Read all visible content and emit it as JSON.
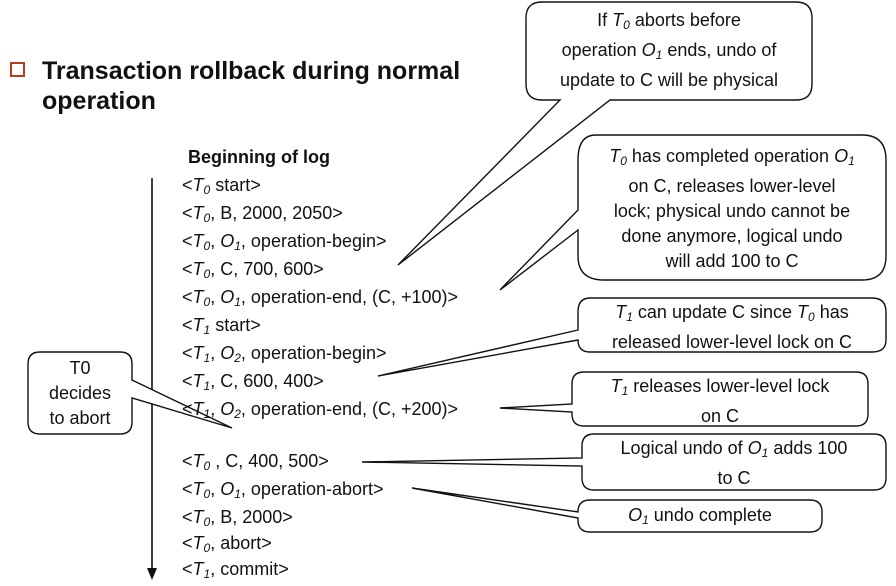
{
  "title": "Transaction rollback during normal operation",
  "log_header": "Beginning of log",
  "log_lines": [
    [
      "<",
      "T0",
      " start>"
    ],
    [
      "<",
      "T0",
      ", B, 2000, 2050>"
    ],
    [
      "<",
      "T0",
      ", ",
      "O1",
      ", operation-begin>"
    ],
    [
      "<",
      "T0",
      ", C, 700, 600>"
    ],
    [
      "<",
      "T0",
      ", ",
      "O1",
      ", operation-end, (C, +100)>"
    ],
    [
      "<",
      "T1",
      " start>"
    ],
    [
      "<",
      "T1",
      ", ",
      "O2",
      ", operation-begin>"
    ],
    [
      "<",
      "T1",
      ", C, 600, 400>"
    ],
    [
      "<",
      "T1",
      ", ",
      "O2",
      ", operation-end, (C, +200)>"
    ],
    [
      "<",
      "T0",
      " , C, 400, 500>"
    ],
    [
      "<",
      "T0",
      ", ",
      "O1",
      ", operation-abort>"
    ],
    [
      "<",
      "T0",
      ", B, 2000>"
    ],
    [
      "<",
      "T0",
      ", abort>"
    ],
    [
      "<",
      "T1",
      ", commit>"
    ]
  ],
  "callouts": {
    "physical_undo": [
      "If ",
      "T0",
      " aborts before",
      "operation ",
      "O1",
      " ends, undo of",
      "update to C will be physical"
    ],
    "completed": [
      "T0",
      " has completed operation ",
      "O1",
      "on C, releases lower-level",
      "lock; physical undo cannot be",
      "done anymore, logical undo",
      "will add 100 to C"
    ],
    "t1_update": [
      "T1",
      " can update C since ",
      "T0",
      " has",
      "released lower-level lock on C"
    ],
    "t1_release": [
      "T1",
      " releases lower-level lock",
      "on C"
    ],
    "logical_undo": [
      "Logical undo of ",
      "O1",
      " adds 100",
      "to C"
    ],
    "undo_complete": [
      "O1",
      " undo complete"
    ],
    "t0_abort": [
      "T0",
      "decides",
      "to abort"
    ]
  },
  "colors": {
    "bullet": "#b83a1e",
    "ink": "#111111"
  }
}
